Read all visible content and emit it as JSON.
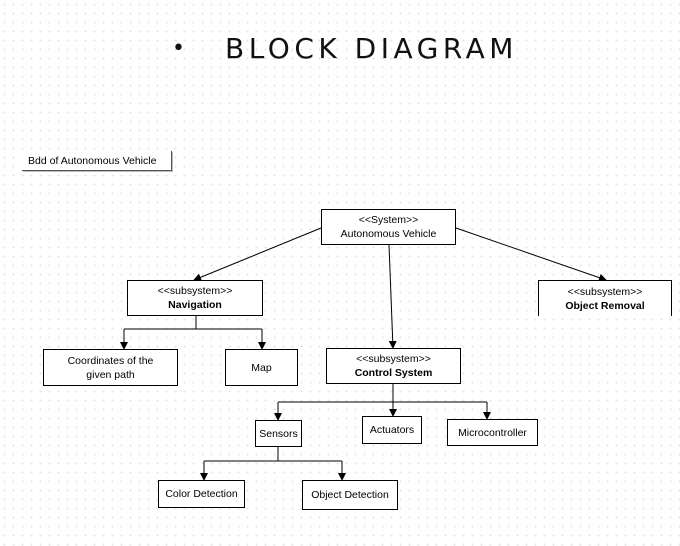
{
  "title": {
    "bullet": "•",
    "text": "BLOCK DIAGRAM"
  },
  "diagram_label": "Bdd of Autonomous Vehicle",
  "blocks": {
    "root": {
      "stereotype": "<<System>>",
      "name": "Autonomous Vehicle"
    },
    "navigation": {
      "stereotype": "<<subsystem>>",
      "name": "Navigation"
    },
    "object_removal": {
      "stereotype": "<<subsystem>>",
      "name": "Object Removal"
    },
    "control_system": {
      "stereotype": "<<subsystem>>",
      "name": "Control System"
    },
    "coordinates": {
      "name": "Coordinates of the given path"
    },
    "map": {
      "name": "Map"
    },
    "sensors": {
      "name": "Sensors"
    },
    "actuators": {
      "name": "Actuators"
    },
    "microcontroller": {
      "name": "Microcontroller"
    },
    "color_detection": {
      "name": "Color Detection"
    },
    "object_detection": {
      "name": "Object Detection"
    }
  }
}
